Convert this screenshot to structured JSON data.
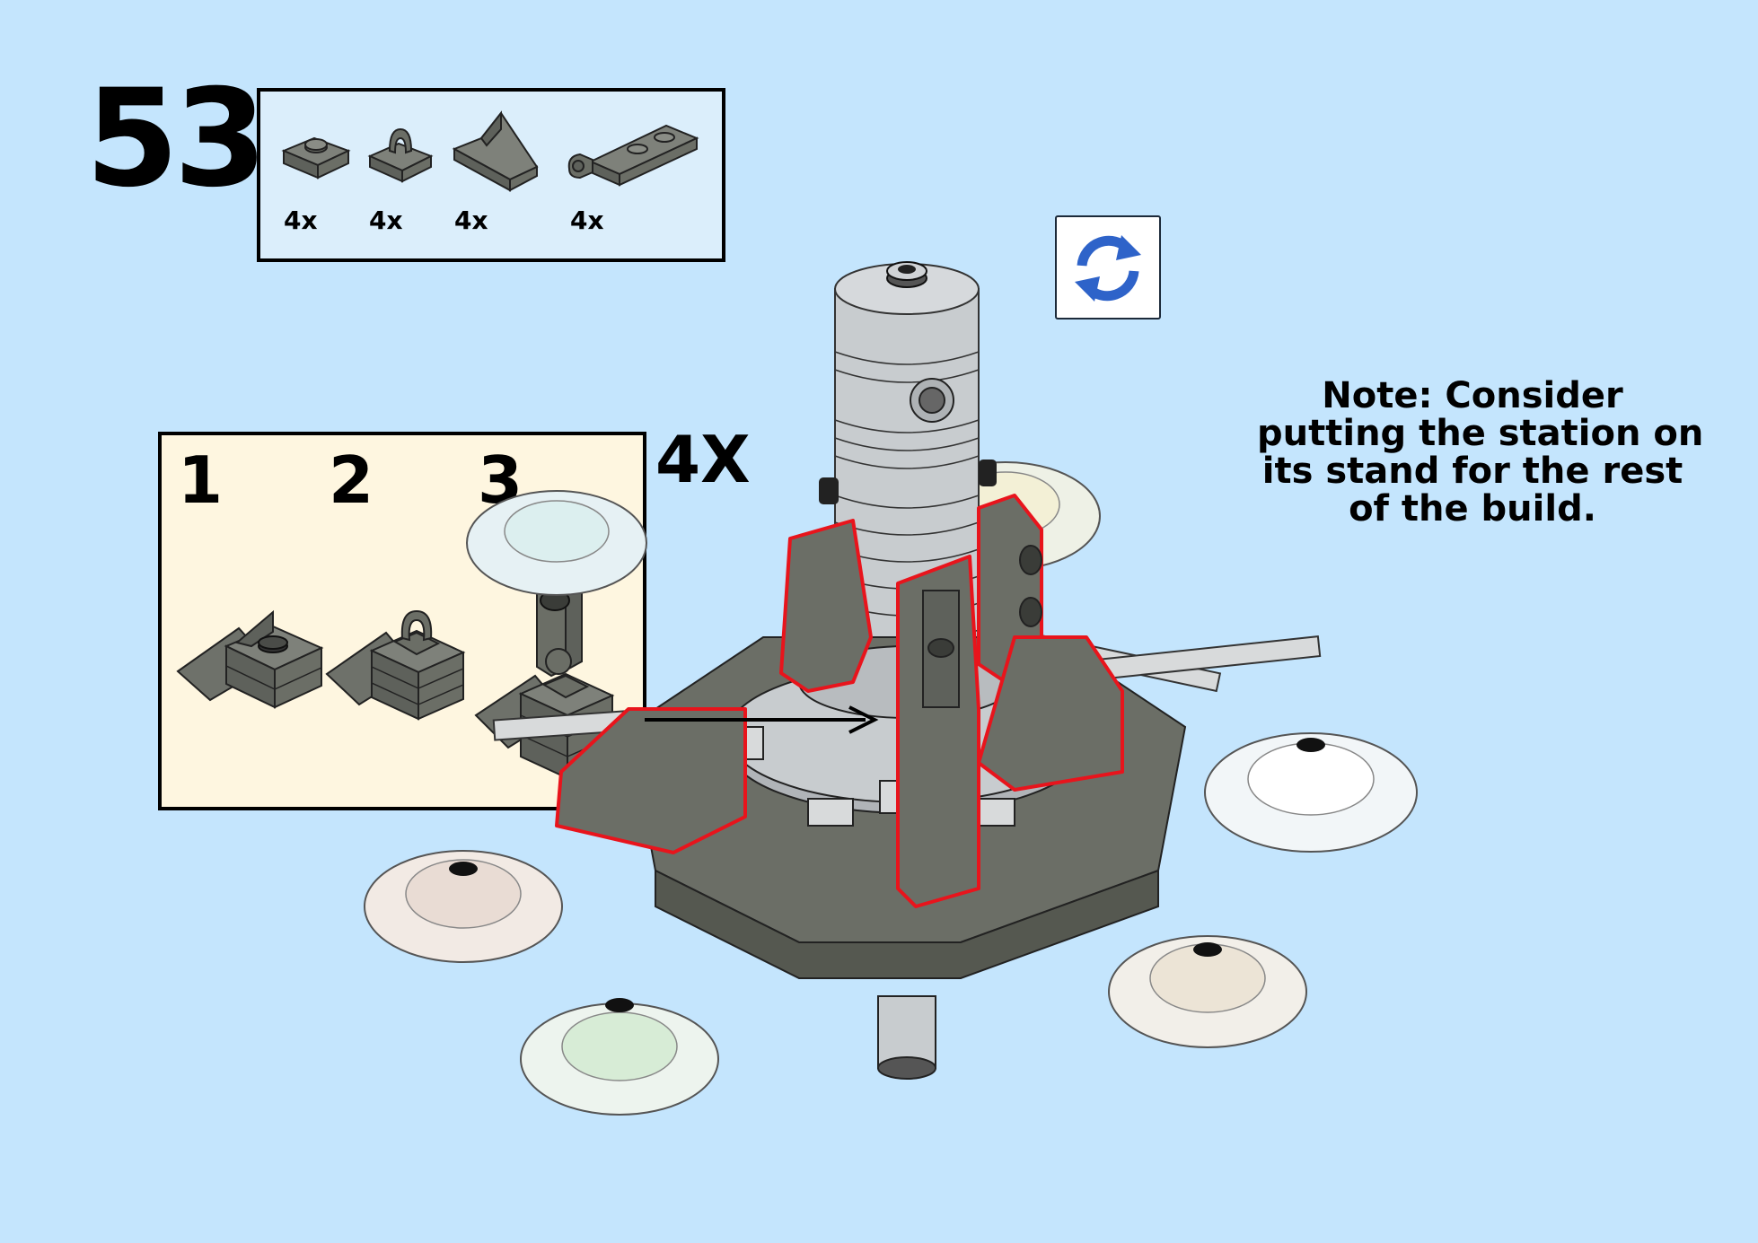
{
  "step": {
    "number": "53",
    "rotate_icon": "rotate-icon"
  },
  "parts": [
    {
      "icon": "plate-1x1-icon",
      "qty": "4x"
    },
    {
      "icon": "plate-clip-icon",
      "qty": "4x"
    },
    {
      "icon": "slope-wedge-icon",
      "qty": "4x"
    },
    {
      "icon": "plate-1x3-bar-icon",
      "qty": "4x"
    }
  ],
  "substeps": {
    "labels": [
      "1",
      "2",
      "3"
    ],
    "multiplier": "4X"
  },
  "note": {
    "lines": [
      "Note: Consider",
      "putting the station on",
      "its stand for the rest",
      "of the build."
    ]
  },
  "colors": {
    "background": "#c4e5fd",
    "parts_box": "#dbeefb",
    "substep_box": "#fef6e0",
    "brick_dark_gray": "#6b6e66",
    "brick_light_gray": "#c8cccf",
    "highlight": "#e8141c",
    "rotate_blue": "#2e63c9"
  }
}
